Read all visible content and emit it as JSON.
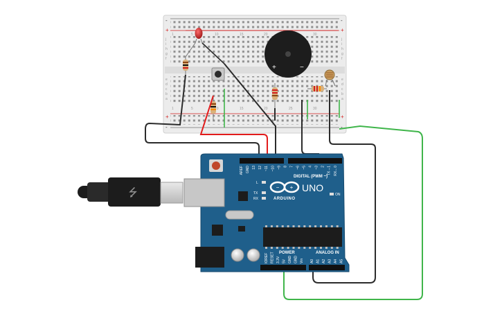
{
  "colors": {
    "board": "#1f5f8b",
    "board_edge": "#174a6d",
    "breadboard": "#ececec",
    "rail_red": "#d21f1f",
    "rail_black": "#333333",
    "wire_black": "#2b2b2b",
    "wire_red": "#e21b1b",
    "wire_green": "#3fb54a",
    "led_red": "#b01d1d",
    "buzzer": "#1d1d1d"
  },
  "arduino": {
    "brand": "ARDUINO",
    "model": "UNO",
    "digital_label": "DIGITAL (PWM ~)",
    "power_label": "POWER",
    "analog_label": "ANALOG IN",
    "on_label": "ON",
    "led_l": "L",
    "led_tx": "TX",
    "led_rx": "RX",
    "digital_pins": [
      "AREF",
      "GND",
      "13",
      "12",
      "~11",
      "~10",
      "~9",
      "8",
      "7",
      "~6",
      "~5",
      "4",
      "~3",
      "2",
      "TX→1",
      "RX←0"
    ],
    "power_pins": [
      "IOREF",
      "RESET",
      "3.3V",
      "5V",
      "GND",
      "GND",
      "Vin"
    ],
    "analog_pins": [
      "A0",
      "A1",
      "A2",
      "A3",
      "A4",
      "A5"
    ]
  },
  "breadboard": {
    "row_letters_top": [
      "j",
      "i",
      "h",
      "g",
      "f"
    ],
    "row_letters_bottom": [
      "e",
      "d",
      "c",
      "b",
      "a"
    ],
    "column_numbers": [
      "1",
      "5",
      "10",
      "15",
      "20",
      "25",
      "30"
    ],
    "rail_plus": "+",
    "rail_minus": "-"
  },
  "buzzer": {
    "plus": "+",
    "minus": "−"
  }
}
